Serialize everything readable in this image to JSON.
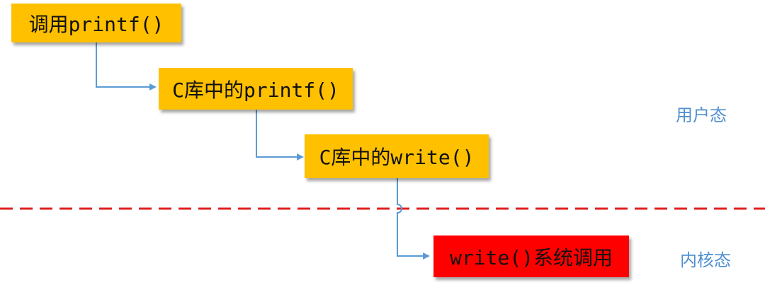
{
  "boxes": {
    "call_printf": "调用printf()",
    "lib_printf": "C库中的printf()",
    "lib_write": "C库中的write()",
    "syscall_write": "write()系统调用"
  },
  "zones": {
    "user_mode": "用户态",
    "kernel_mode": "内核态"
  },
  "colors": {
    "box_fill": "#ffc000",
    "syscall_fill": "#ff0000",
    "connector": "#5b9bd5",
    "boundary": "#e02020",
    "zone_label": "#4f8fcf"
  }
}
